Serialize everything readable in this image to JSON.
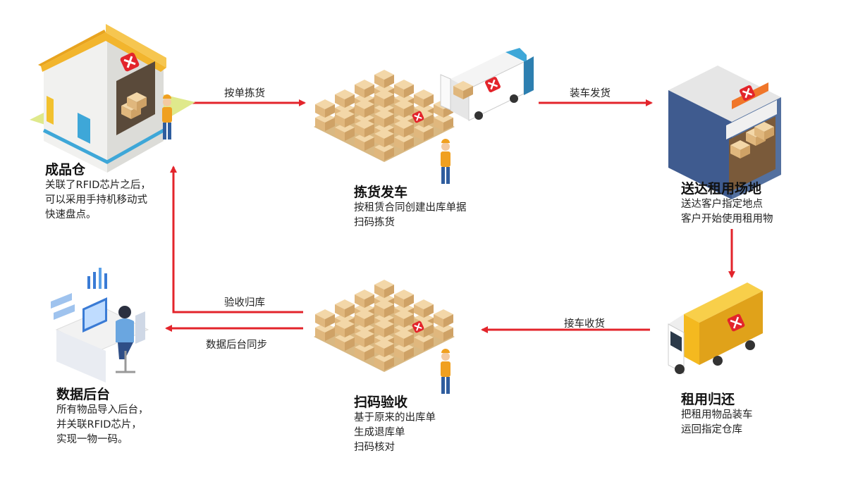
{
  "nodes": {
    "warehouse": {
      "title": "成品仓",
      "desc": [
        "关联了RFID芯片之后，",
        "可以采用手持机移动式",
        "快速盘点。"
      ]
    },
    "picking": {
      "title": "拣货发车",
      "desc": [
        "按租赁合同创建出库单据",
        "扫码拣货"
      ]
    },
    "delivery": {
      "title": "送达租用场地",
      "desc": [
        "送达客户指定地点",
        "客户开始使用租用物"
      ]
    },
    "return": {
      "title": "租用归还",
      "desc": [
        "把租用物品装车",
        "运回指定仓库"
      ]
    },
    "scan": {
      "title": "扫码验收",
      "desc": [
        "基于原来的出库单",
        "生成退库单",
        "扫码核对"
      ]
    },
    "backend": {
      "title": "数据后台",
      "desc": [
        "所有物品导入后台，",
        "并关联RFID芯片，",
        "实现一物一码。"
      ]
    }
  },
  "edges": {
    "pick": "按单拣货",
    "load": "装车发货",
    "receive": "接车收货",
    "inspect": "验收归库",
    "sync": "数据后台同步"
  },
  "colors": {
    "arrow": "#e3242b",
    "box": "#e8c48e",
    "roof": "#f2b52d",
    "truck_cargo": "#f4b91f",
    "dock_wall": "#3f5b8f",
    "worker_shirt": "#f0a020",
    "worker_pants": "#2f5d9e"
  },
  "icons": [
    "warehouse-icon",
    "pallet-boxes-icon",
    "van-icon",
    "loading-dock-icon",
    "truck-icon",
    "office-desk-icon",
    "worker-icon"
  ]
}
